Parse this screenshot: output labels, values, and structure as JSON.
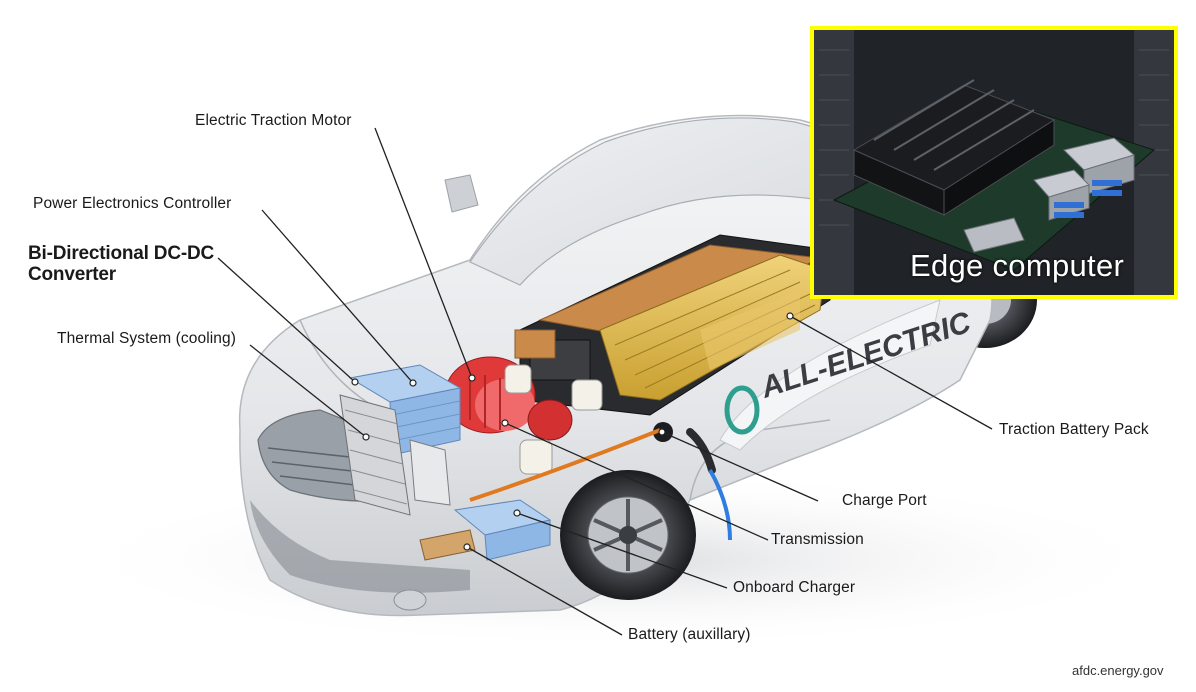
{
  "labels": {
    "electric_traction_motor": "Electric Traction Motor",
    "power_electronics_controller": "Power Electronics Controller",
    "bidirectional_converter_line1": "Bi-Directional DC-DC",
    "bidirectional_converter_line2": "Converter",
    "thermal_system": "Thermal System (cooling)",
    "traction_battery_pack": "Traction Battery Pack",
    "charge_port": "Charge Port",
    "transmission": "Transmission",
    "onboard_charger": "Onboard Charger",
    "battery_auxillary": "Battery (auxillary)"
  },
  "inset": {
    "label": "Edge computer",
    "border_color": "#ffff00"
  },
  "car_branding": "ALL-ELECTRIC",
  "credit": "afdc.energy.gov",
  "colors": {
    "battery_cells": "#d9b542",
    "battery_modules": "#c98a4a",
    "motor": "#e0393a",
    "converter": "#8fb7e6",
    "body": "#eceef0",
    "leader_lines": "#222222"
  }
}
